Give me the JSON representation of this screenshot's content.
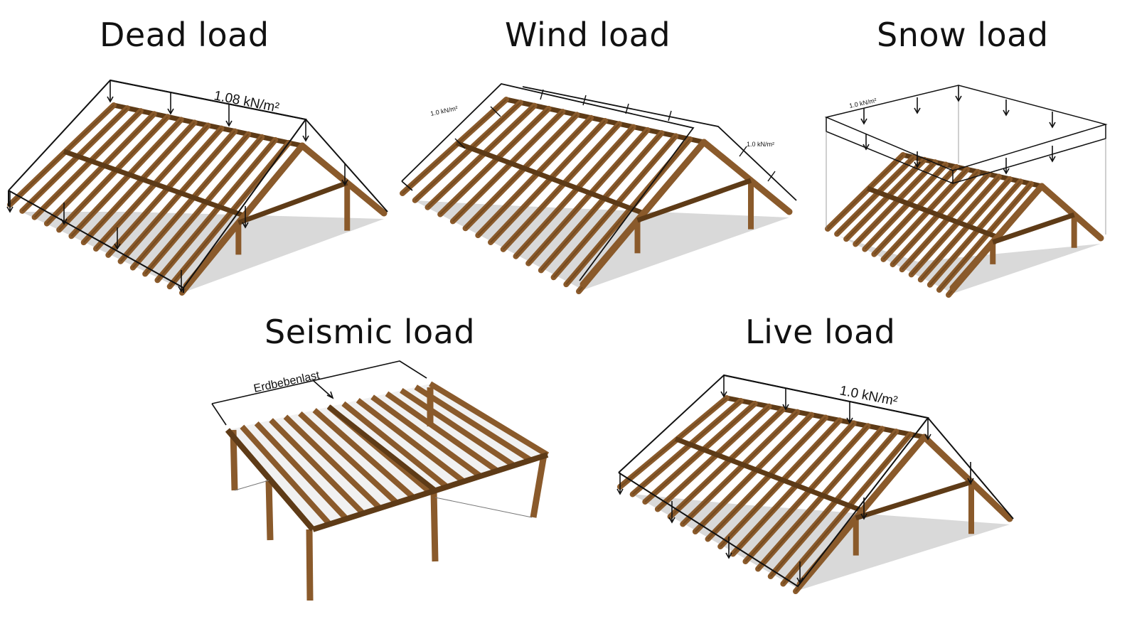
{
  "panels": {
    "dead": {
      "title": "Dead load",
      "load_label": "1.08 kN/m²"
    },
    "wind": {
      "title": "Wind load",
      "load_label_left": "1.0 kN/m²",
      "load_label_right": "1.0 kN/m²"
    },
    "snow": {
      "title": "Snow load",
      "load_label": "1.0 kN/m²"
    },
    "seismic": {
      "title": "Seismic load",
      "load_label": "Erdbebenlast"
    },
    "live": {
      "title": "Live load",
      "load_label": "1.0 kN/m²"
    }
  },
  "colors": {
    "timber": "#8a5a2b",
    "timber_dark": "#5e3b17",
    "ground": "#d9d9d9",
    "load_lines": "#111111"
  }
}
